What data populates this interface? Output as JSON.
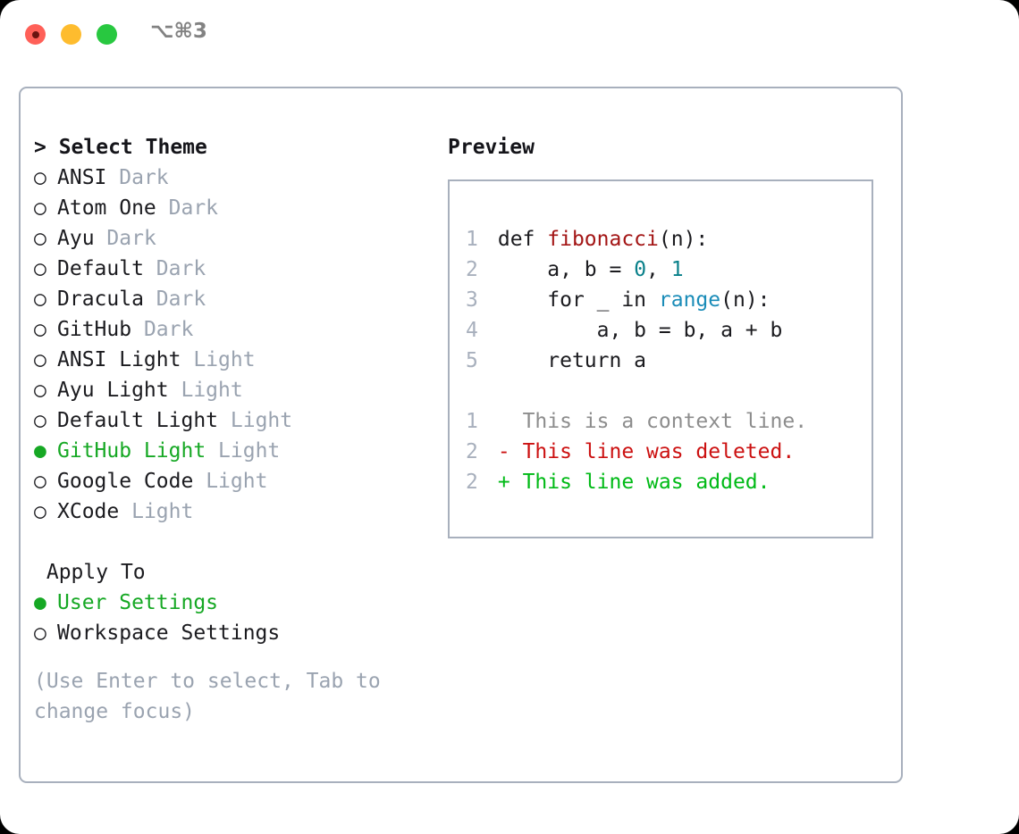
{
  "titlebar": {
    "shortcut": "⌥⌘3",
    "lights": [
      "close",
      "minimize",
      "maximize"
    ]
  },
  "left": {
    "theme_heading": "> Select Theme",
    "marker_unselected": "○",
    "marker_selected": "●",
    "themes": [
      {
        "marker": "○",
        "name": "ANSI",
        "tag": "Dark",
        "selected": false
      },
      {
        "marker": "○",
        "name": "Atom One",
        "tag": "Dark",
        "selected": false
      },
      {
        "marker": "○",
        "name": "Ayu",
        "tag": "Dark",
        "selected": false
      },
      {
        "marker": "○",
        "name": "Default",
        "tag": "Dark",
        "selected": false
      },
      {
        "marker": "○",
        "name": "Dracula",
        "tag": "Dark",
        "selected": false
      },
      {
        "marker": "○",
        "name": "GitHub",
        "tag": "Dark",
        "selected": false
      },
      {
        "marker": "○",
        "name": "ANSI Light",
        "tag": "Light",
        "selected": false
      },
      {
        "marker": "○",
        "name": "Ayu Light",
        "tag": "Light",
        "selected": false
      },
      {
        "marker": "○",
        "name": "Default Light",
        "tag": "Light",
        "selected": false
      },
      {
        "marker": "●",
        "name": "GitHub Light",
        "tag": "Light",
        "selected": true
      },
      {
        "marker": "○",
        "name": "Google Code",
        "tag": "Light",
        "selected": false
      },
      {
        "marker": "○",
        "name": "XCode",
        "tag": "Light",
        "selected": false
      }
    ],
    "apply_to_heading": "Apply To",
    "apply_to": [
      {
        "marker": "●",
        "name": "User Settings",
        "selected": true
      },
      {
        "marker": "○",
        "name": "Workspace Settings",
        "selected": false
      }
    ],
    "hint": "(Use Enter to select, Tab to change focus)"
  },
  "preview": {
    "title": "Preview",
    "code": [
      {
        "ln": "1",
        "tokens": [
          {
            "t": "def ",
            "c": "kw"
          },
          {
            "t": "fibonacci",
            "c": "fn"
          },
          {
            "t": "(n):",
            "c": "kw"
          }
        ]
      },
      {
        "ln": "2",
        "tokens": [
          {
            "t": "    a, b = ",
            "c": "kw"
          },
          {
            "t": "0",
            "c": "num"
          },
          {
            "t": ", ",
            "c": "kw"
          },
          {
            "t": "1",
            "c": "num"
          }
        ]
      },
      {
        "ln": "3",
        "tokens": [
          {
            "t": "    for _ in ",
            "c": "kw"
          },
          {
            "t": "range",
            "c": "bi"
          },
          {
            "t": "(n):",
            "c": "kw"
          }
        ]
      },
      {
        "ln": "4",
        "tokens": [
          {
            "t": "        a, b = b, a + b",
            "c": "kw"
          }
        ]
      },
      {
        "ln": "5",
        "tokens": [
          {
            "t": "    return a",
            "c": "kw"
          }
        ]
      }
    ],
    "diff": [
      {
        "ln": "1",
        "prefix": "  ",
        "text": "This is a context line.",
        "kind": "diff-ctx"
      },
      {
        "ln": "2",
        "prefix": "- ",
        "text": "This line was deleted.",
        "kind": "diff-del"
      },
      {
        "ln": "2",
        "prefix": "+ ",
        "text": "This line was added.",
        "kind": "diff-add"
      }
    ]
  },
  "colors": {
    "accent_green": "#16a824",
    "border": "#a8b0bd",
    "muted": "#9aa3b0",
    "diff_delete": "#cc1111",
    "diff_add": "#00ba16",
    "function": "#a31515",
    "number": "#09808a",
    "builtin": "#1a8cb8"
  }
}
